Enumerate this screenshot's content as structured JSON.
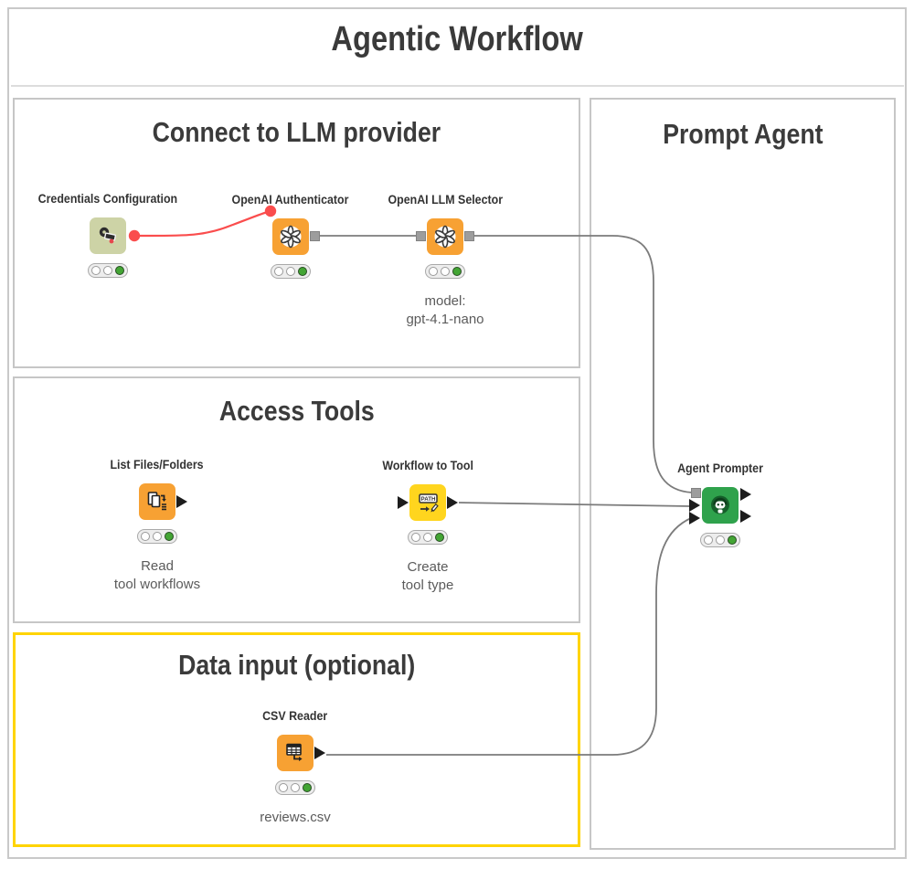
{
  "page_title": "Agentic Workflow",
  "groups": {
    "llm_provider": {
      "title": "Connect to LLM provider"
    },
    "access_tools": {
      "title": "Access Tools"
    },
    "data_input": {
      "title": "Data input (optional)"
    },
    "prompt_agent": {
      "title": "Prompt Agent"
    }
  },
  "nodes": {
    "credentials_configuration": {
      "label": "Credentials Configuration",
      "icon": "key-icon",
      "status": "executed"
    },
    "openai_authenticator": {
      "label": "OpenAI Authenticator",
      "icon": "openai-icon",
      "status": "executed"
    },
    "openai_llm_selector": {
      "label": "OpenAI LLM Selector",
      "icon": "openai-icon",
      "status": "executed",
      "annotation_line1": "model:",
      "annotation_line2": "gpt-4.1-nano"
    },
    "list_files_folders": {
      "label": "List Files/Folders",
      "icon": "files-list-icon",
      "status": "executed",
      "annotation_line1": "Read",
      "annotation_line2": "tool workflows"
    },
    "workflow_to_tool": {
      "label": "Workflow to Tool",
      "icon": "path-pencil-icon",
      "icon_text": "PATH",
      "status": "executed",
      "annotation_line1": "Create",
      "annotation_line2": "tool type"
    },
    "csv_reader": {
      "label": "CSV Reader",
      "icon": "table-arrow-icon",
      "status": "executed",
      "annotation_line1": "reviews.csv"
    },
    "agent_prompter": {
      "label": "Agent Prompter",
      "icon": "robot-icon",
      "status": "executed"
    }
  },
  "colors": {
    "node_orange": "#f7a133",
    "node_yellow": "#ffd51e",
    "node_green": "#2fa24c",
    "node_sage": "#cdd3a6",
    "data_box_border": "#ffd400",
    "box_border": "#c6c6c6",
    "wire_gray": "#7b7b7b",
    "wire_red": "#fa4d4d",
    "status_green": "#43a534"
  }
}
